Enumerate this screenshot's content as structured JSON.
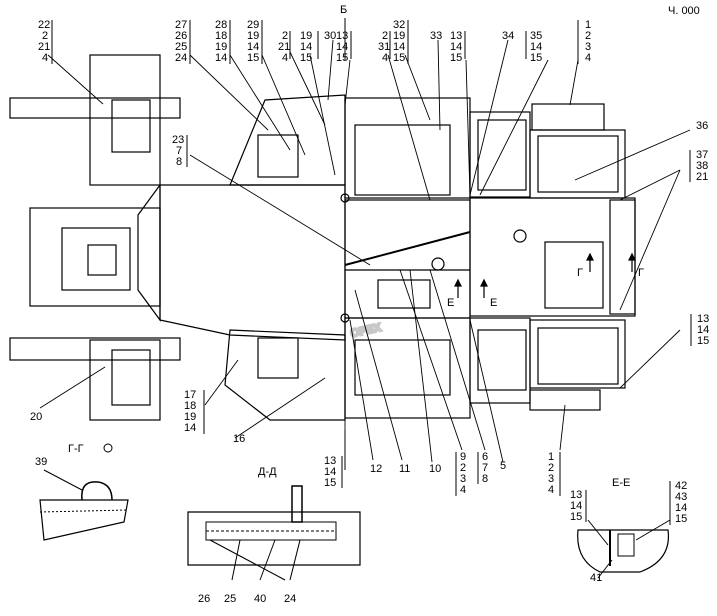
{
  "corner_mark": "Ч. 000",
  "watermark": "OPEX",
  "section_labels": {
    "view_b": "Б",
    "gg": "Г-Г",
    "dd": "Д-Д",
    "ee": "Е-Е",
    "g_mark_left": "Г",
    "g_mark_right": "Г",
    "e_mark_left": "Е",
    "e_mark_right": "Е"
  },
  "callouts": {
    "c1": [
      "22",
      "2",
      "21",
      "4"
    ],
    "c2": [
      "27",
      "26",
      "25",
      "24"
    ],
    "c3": [
      "28",
      "18",
      "19",
      "14"
    ],
    "c4": [
      "29",
      "19",
      "14",
      "15"
    ],
    "c5": [
      "2",
      "21",
      "4"
    ],
    "c6": [
      "19",
      "14",
      "15"
    ],
    "c7": [
      "30"
    ],
    "c8": [
      "13",
      "14",
      "15"
    ],
    "c9": [
      "2",
      "31",
      "4"
    ],
    "c10": [
      "32",
      "19",
      "14",
      "15"
    ],
    "c11": [
      "33"
    ],
    "c12": [
      "13",
      "14",
      "15"
    ],
    "c13": [
      "34"
    ],
    "c14": [
      "35",
      "14",
      "15"
    ],
    "c15": [
      "1",
      "2",
      "3",
      "4"
    ],
    "c16": [
      "36"
    ],
    "c17": [
      "37",
      "38",
      "21"
    ],
    "c18": [
      "23",
      "7",
      "8"
    ],
    "c19": [
      "13",
      "14",
      "15"
    ],
    "c20": [
      "17",
      "18",
      "19",
      "14"
    ],
    "c21": [
      "16"
    ],
    "c22": [
      "20"
    ],
    "c23": [
      "39"
    ],
    "c24": [
      "13",
      "14",
      "15"
    ],
    "c25": [
      "12"
    ],
    "c26": [
      "11"
    ],
    "c27": [
      "10"
    ],
    "c28": [
      "9",
      "2",
      "3",
      "4"
    ],
    "c29": [
      "6",
      "7",
      "8"
    ],
    "c30": [
      "5"
    ],
    "c31": [
      "1",
      "2",
      "3",
      "4"
    ],
    "c32": [
      "13",
      "14",
      "15"
    ],
    "c33": [
      "42",
      "43",
      "14",
      "15"
    ],
    "c34": [
      "41"
    ],
    "c35": [
      "26"
    ],
    "c36": [
      "25"
    ],
    "c37": [
      "40"
    ],
    "c38": [
      "24"
    ]
  }
}
